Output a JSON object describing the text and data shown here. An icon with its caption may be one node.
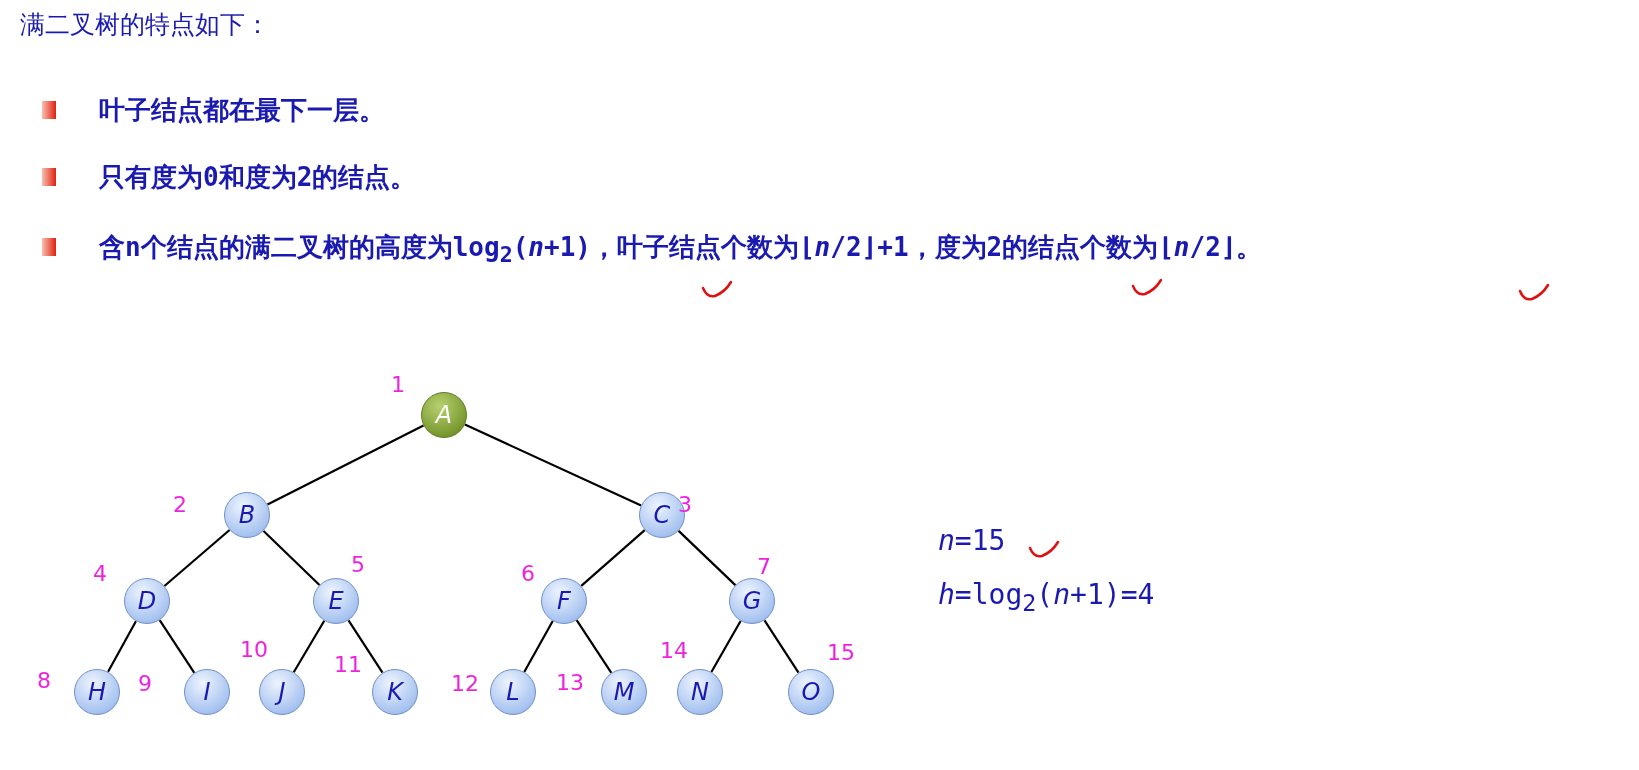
{
  "diagram": {
    "title": "满二叉树的特点如下：",
    "nodes": [
      {
        "text": [
          "A"
        ]
      },
      {
        "text": [
          "B"
        ]
      },
      {
        "text": [
          "C"
        ]
      },
      {
        "text": [
          "D"
        ]
      },
      {
        "text": [
          "E"
        ]
      },
      {
        "text": [
          "F"
        ]
      },
      {
        "text": [
          "G"
        ]
      },
      {
        "text": [
          "H"
        ]
      },
      {
        "text": [
          "I"
        ]
      },
      {
        "text": [
          "J"
        ]
      },
      {
        "text": [
          "K"
        ]
      },
      {
        "text": [
          "L"
        ]
      },
      {
        "text": [
          "M"
        ]
      },
      {
        "text": [
          "N"
        ]
      },
      {
        "text": [
          "O"
        ]
      }
    ],
    "edges": [
      {
        "from": 0,
        "to": 1,
        "arrow": "none"
      },
      {
        "from": 0,
        "to": 2,
        "arrow": "none"
      },
      {
        "from": 1,
        "to": 3,
        "arrow": "none"
      },
      {
        "from": 1,
        "to": 4,
        "arrow": "none"
      },
      {
        "from": 2,
        "to": 5,
        "arrow": "none"
      },
      {
        "from": 2,
        "to": 6,
        "arrow": "none"
      },
      {
        "from": 3,
        "to": 7,
        "arrow": "none"
      },
      {
        "from": 3,
        "to": 8,
        "arrow": "none"
      },
      {
        "from": 4,
        "to": 9,
        "arrow": "none"
      },
      {
        "from": 4,
        "to": 10,
        "arrow": "none"
      },
      {
        "from": 5,
        "to": 11,
        "arrow": "none"
      },
      {
        "from": 5,
        "to": 12,
        "arrow": "none"
      },
      {
        "from": 6,
        "to": 13,
        "arrow": "none"
      },
      {
        "from": 6,
        "to": 14,
        "arrow": "none"
      }
    ],
    "labels": [
      "叶子结点都在最下一层。",
      "只有度为0和度为2的结点。",
      "含n个结点的满二叉树的高度为log$_{2}$(*n*+1)，叶子结点个数为⌊*n*/2⌋+1，度为2的结点个数为⌊*n*/2⌋。",
      "1",
      "2",
      "3",
      "4",
      "5",
      "6",
      "7",
      "8",
      "9",
      "10",
      "11",
      "12",
      "13",
      "14",
      "15",
      "*n*=15",
      "*h*=log$_{2}$(*n*+1)=4"
    ]
  }
}
